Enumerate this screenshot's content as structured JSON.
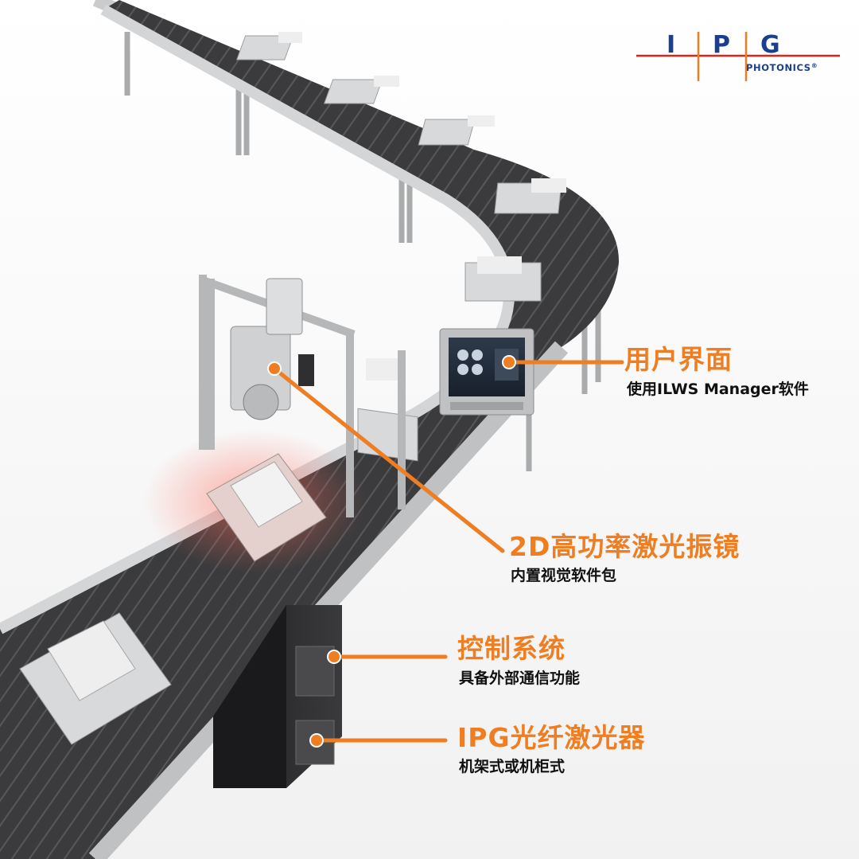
{
  "brand": {
    "logo_letters": [
      "I",
      "P",
      "G"
    ],
    "logo_subtitle": "PHOTONICS",
    "registered_mark": "®",
    "logo_blue": "#1b3f8e",
    "logo_red": "#d9261c",
    "logo_orange": "#ef7d22"
  },
  "callouts": [
    {
      "title": "用户界面",
      "subtitle": "使用ILWS Manager软件"
    },
    {
      "title": "2D高功率激光振镜",
      "subtitle": "内置视觉软件包"
    },
    {
      "title": "控制系统",
      "subtitle": "具备外部通信功能"
    },
    {
      "title": "IPG光纤激光器",
      "subtitle": "机架式或机柜式"
    }
  ],
  "colors": {
    "accent_orange": "#ef7d22",
    "belt_dark": "#3a3a3c",
    "rail_silver": "#c4c6c8",
    "cabinet": "#2b2b2d",
    "text_dark": "#111111"
  }
}
